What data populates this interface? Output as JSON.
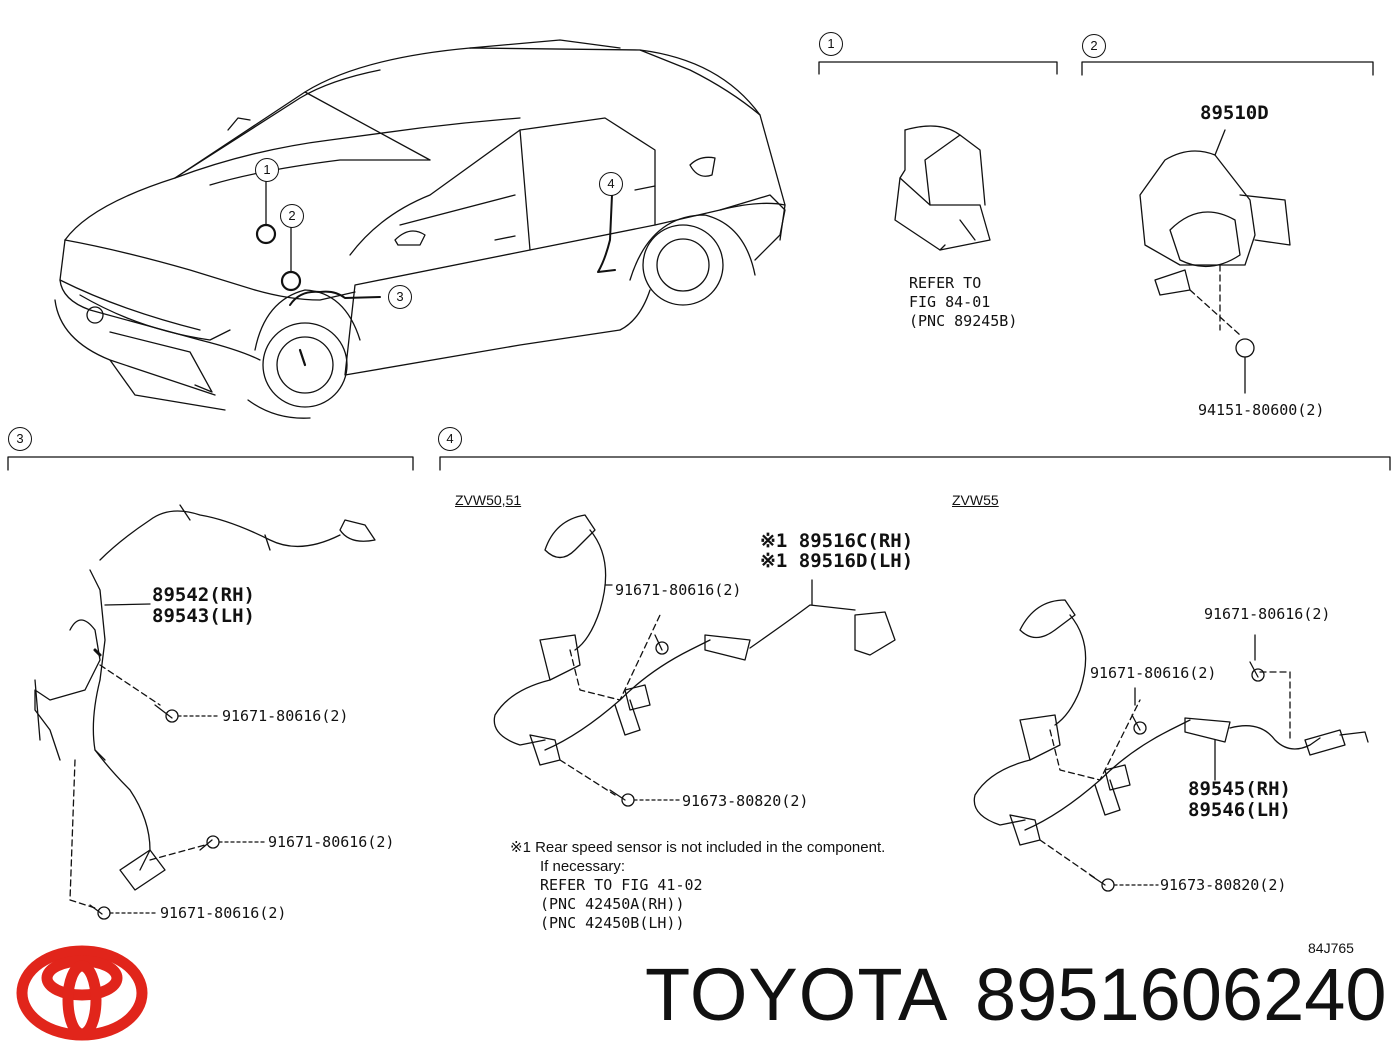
{
  "callouts": {
    "c1": "1",
    "c2": "2",
    "c3": "3",
    "c4": "4"
  },
  "section2": {
    "part": "89510D",
    "clip": "94151-80600(2)"
  },
  "section1": {
    "refer_line1": "REFER TO",
    "refer_line2": "FIG 84-01",
    "refer_line3": "(PNC 89245B)"
  },
  "section3": {
    "part_rh": "89542(RH)",
    "part_lh": "89543(LH)",
    "bolt_a": "91671-80616(2)",
    "bolt_b": "91671-80616(2)",
    "bolt_c": "91671-80616(2)"
  },
  "section4": {
    "model_a": "ZVW50,51",
    "model_b": "ZVW55",
    "part_c": "※1 89516C(RH)",
    "part_d": "※1 89516D(LH)",
    "bolt_a1": "91671-80616(2)",
    "bolt_a2": "91673-80820(2)",
    "bolt_b1": "91671-80616(2)",
    "bolt_b2": "91671-80616(2)",
    "bolt_b3": "91673-80820(2)",
    "part_rh": "89545(RH)",
    "part_lh": "89546(LH)",
    "note_line1": "※1 Rear speed sensor is not included in the component.",
    "note_line2": "If necessary:",
    "note_line3": "REFER TO FIG 41-02",
    "note_line4": "(PNC 42450A(RH))",
    "note_line5": "(PNC 42450B(LH))"
  },
  "figure_code": "84J765",
  "brand": {
    "name": "TOYOTA",
    "part_number": "8951606240",
    "logo_color": "#e1251b",
    "logo_text": "Toyota"
  },
  "icons": [
    "toyota-logo-icon"
  ]
}
